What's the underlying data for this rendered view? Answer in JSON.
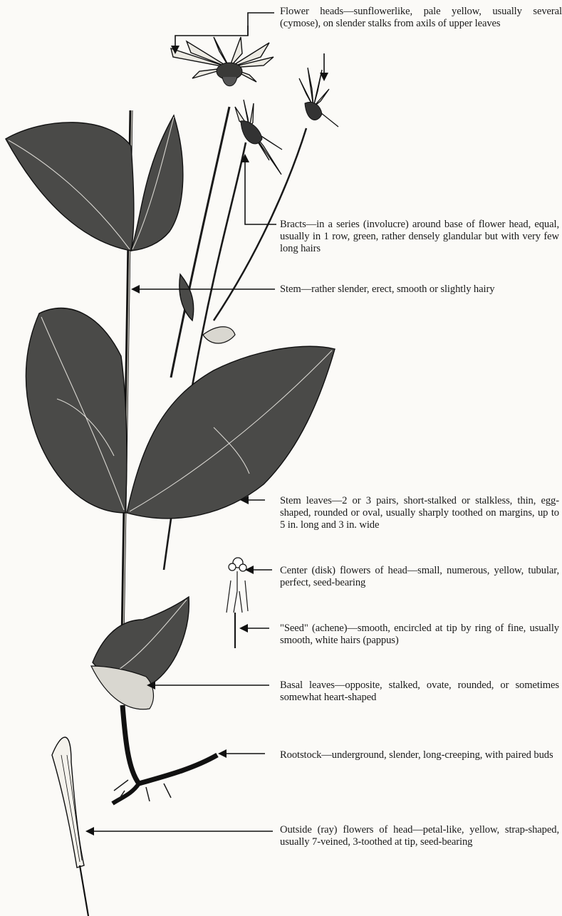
{
  "annotations": {
    "flower_heads": "Flower heads—sunflowerlike, pale yellow, usually several (cymose), on slender stalks from axils of upper leaves",
    "bracts": "Bracts—in a series (involucre) around base of flower head, equal, usually in 1 row, green, rather densely glandular but with very few long hairs",
    "stem": "Stem—rather slender, erect, smooth or slightly hairy",
    "stem_leaves": "Stem leaves—2 or 3 pairs, short-stalked or stalkless, thin, egg-shaped, rounded or oval, usually sharply toothed on margins, up to 5 in. long and 3 in. wide",
    "disk_flowers": "Center (disk) flowers of head—small, numerous, yellow, tubular, perfect, seed-bearing",
    "seed": "\"Seed\" (achene)—smooth, encircled at tip by ring of fine, usually smooth, white hairs (pappus)",
    "basal_leaves": "Basal leaves—opposite, stalked, ovate, rounded, or sometimes somewhat heart-shaped",
    "rootstock": "Rootstock—underground, slender, long-creeping, with paired buds",
    "ray_flowers": "Outside (ray) flowers of head—petal-like, yellow, strap-shaped, usually 7-veined, 3-toothed at tip, seed-bearing"
  }
}
